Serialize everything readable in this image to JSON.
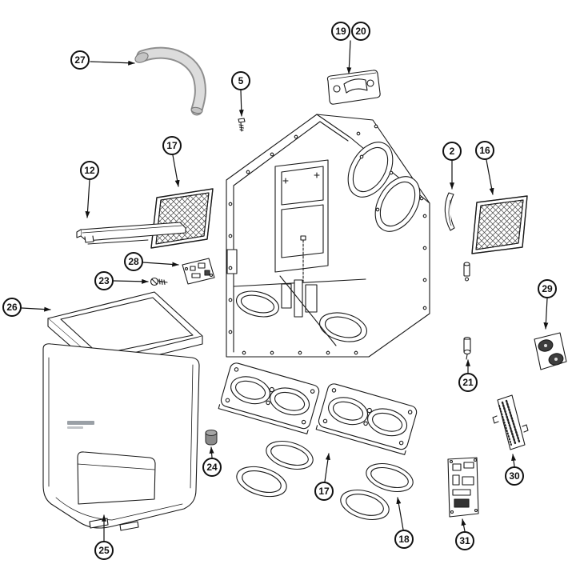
{
  "diagram": {
    "type": "exploded-parts-diagram",
    "colors": {
      "line": "#1a1a1a",
      "background": "#ffffff",
      "hose_gray": "#d9d9d9"
    },
    "callouts": [
      {
        "label": "27"
      },
      {
        "label": "19"
      },
      {
        "label": "20"
      },
      {
        "label": "5"
      },
      {
        "label": "17"
      },
      {
        "label": "12"
      },
      {
        "label": "2"
      },
      {
        "label": "16"
      },
      {
        "label": "28"
      },
      {
        "label": "23"
      },
      {
        "label": "26"
      },
      {
        "label": "29"
      },
      {
        "label": "21"
      },
      {
        "label": "24"
      },
      {
        "label": "17"
      },
      {
        "label": "30"
      },
      {
        "label": "25"
      },
      {
        "label": "18"
      },
      {
        "label": "31"
      }
    ]
  }
}
